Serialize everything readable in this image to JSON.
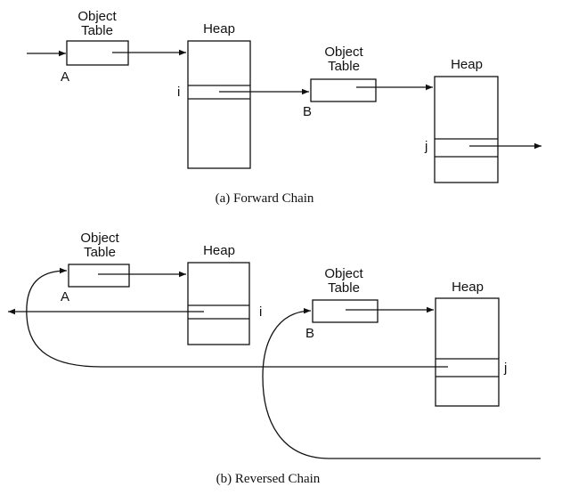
{
  "forward": {
    "object_table_1": "Object\nTable",
    "heap_1": "Heap",
    "object_table_2": "Object\nTable",
    "heap_2": "Heap",
    "label_a": "A",
    "label_i": "i",
    "label_b": "B",
    "label_j": "j",
    "caption": "(a) Forward Chain"
  },
  "reversed": {
    "object_table_1": "Object\nTable",
    "heap_1": "Heap",
    "object_table_2": "Object\nTable",
    "heap_2": "Heap",
    "label_a": "A",
    "label_i": "i",
    "label_b": "B",
    "label_j": "j",
    "caption": "(b) Reversed Chain"
  }
}
